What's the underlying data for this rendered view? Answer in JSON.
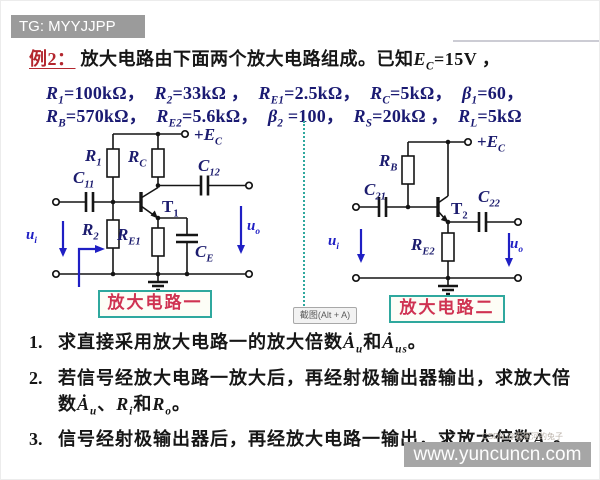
{
  "header": {
    "tg_label": "TG: MYYJJPP"
  },
  "title": {
    "segments": [
      {
        "t": "例2：",
        "style": "ex"
      },
      {
        "t": " 放大电路由下面两个放大电路组成。已知"
      },
      {
        "t": "E",
        "style": "var",
        "sub": "C"
      },
      {
        "t": "=15V ，"
      }
    ]
  },
  "given_line1": {
    "segments": [
      {
        "t": "R",
        "style": "var",
        "sub": "1"
      },
      {
        "t": "=100kΩ，  "
      },
      {
        "t": "R",
        "style": "var",
        "sub": "2"
      },
      {
        "t": "=33kΩ ，  "
      },
      {
        "t": "R",
        "style": "var",
        "sub": "E1"
      },
      {
        "t": "=2.5kΩ，  "
      },
      {
        "t": "R",
        "style": "var",
        "sub": "C"
      },
      {
        "t": "=5kΩ，  "
      },
      {
        "t": "β",
        "style": "var",
        "sub": "1"
      },
      {
        "t": "=60，"
      }
    ]
  },
  "given_line2": {
    "segments": [
      {
        "t": "R",
        "style": "var",
        "sub": "B"
      },
      {
        "t": "=570kΩ，  "
      },
      {
        "t": "R",
        "style": "var",
        "sub": "E2"
      },
      {
        "t": "=5.6kΩ，  "
      },
      {
        "t": "β",
        "style": "var",
        "sub": "2"
      },
      {
        "t": " =100，  "
      },
      {
        "t": "R",
        "style": "var",
        "sub": "S"
      },
      {
        "t": "=20kΩ ，  "
      },
      {
        "t": "R",
        "style": "var",
        "sub": "L"
      },
      {
        "t": "=5kΩ"
      }
    ]
  },
  "questions": [
    {
      "num": "1.",
      "segments": [
        {
          "t": "求直接采用放大电路一的放大倍数"
        },
        {
          "t": "Ȧ",
          "style": "var",
          "sub": "u"
        },
        {
          "t": "和"
        },
        {
          "t": "Ȧ",
          "style": "var",
          "sub": "us"
        },
        {
          "t": "。"
        }
      ]
    },
    {
      "num": "2.",
      "segments": [
        {
          "t": "若信号经放大电路一放大后，再经射极输出器输出，求放大倍数"
        },
        {
          "t": "Ȧ",
          "style": "var",
          "sub": "u"
        },
        {
          "t": "、"
        },
        {
          "t": "R",
          "style": "var",
          "sub": "i"
        },
        {
          "t": "和"
        },
        {
          "t": "R",
          "style": "var",
          "sub": "o"
        },
        {
          "t": "。"
        }
      ]
    },
    {
      "num": "3.",
      "segments": [
        {
          "t": "信号经射极输出器后，再经放大电路一输出，求放大倍数"
        },
        {
          "t": "Ȧ",
          "style": "var",
          "sub": "u"
        },
        {
          "t": "。"
        }
      ]
    }
  ],
  "left_circuit": {
    "name": "放大电路一",
    "labels": {
      "r1": {
        "main": "R",
        "sub": "1"
      },
      "rc": {
        "main": "R",
        "sub": "C"
      },
      "c11": {
        "main": "C",
        "sub": "11"
      },
      "c12": {
        "main": "C",
        "sub": "12"
      },
      "r2": {
        "main": "R",
        "sub": "2"
      },
      "re1": {
        "main": "R",
        "sub": "E1"
      },
      "ce": {
        "main": "C",
        "sub": "E"
      },
      "t1": {
        "main": "T",
        "sub": "1"
      },
      "ec": {
        "pre": "+",
        "main": "E",
        "sub": "C"
      },
      "ui": {
        "main": "u",
        "sub": "i"
      },
      "uo": {
        "main": "u",
        "sub": "o"
      }
    }
  },
  "right_circuit": {
    "name": "放大电路二",
    "labels": {
      "rb": {
        "main": "R",
        "sub": "B"
      },
      "c21": {
        "main": "C",
        "sub": "21"
      },
      "c22": {
        "main": "C",
        "sub": "22"
      },
      "re2": {
        "main": "R",
        "sub": "E2"
      },
      "t2": {
        "main": "T",
        "sub": "2"
      },
      "ec": {
        "pre": "+",
        "main": "E",
        "sub": "C"
      },
      "ui": {
        "main": "u",
        "sub": "i"
      },
      "uo": {
        "main": "u",
        "sub": "o"
      }
    }
  },
  "tooltip": {
    "screenshot_hint": "截图(Alt + A)"
  },
  "watermarks": {
    "csdn": "CSDN @看星河的兔子",
    "site": "www.yuncuncn.com"
  },
  "colors": {
    "tag_bar_bg": "#9b9b9b",
    "site_bar_bg": "#a6a6a6",
    "values_navy": "#1a1a72",
    "signal_blue": "#1f1fc4",
    "example_red": "#b3262e",
    "box_border_teal": "#2fa89e",
    "box_text_red": "#cf3352",
    "wire_black": "#151515"
  }
}
